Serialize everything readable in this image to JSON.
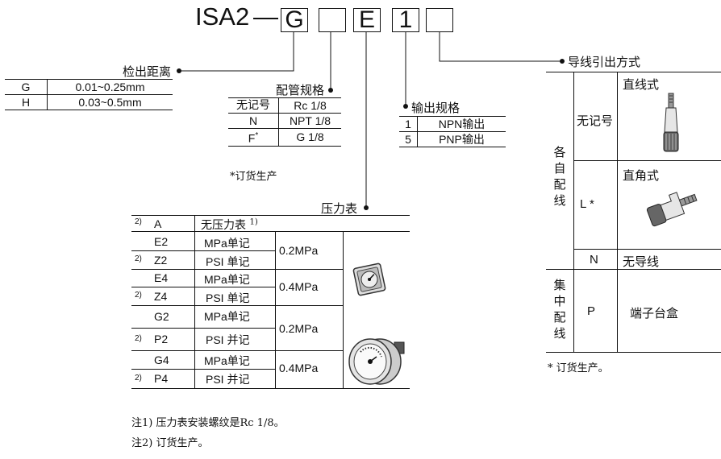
{
  "model": {
    "prefix": "ISA2",
    "dash": "—",
    "codes": [
      "G",
      "",
      "E",
      "1",
      ""
    ]
  },
  "detection_range": {
    "title": "检出距离",
    "rows": [
      {
        "code": "G",
        "value": "0.01~0.25mm"
      },
      {
        "code": "H",
        "value": "0.03~0.5mm"
      }
    ]
  },
  "port_spec": {
    "title": "配管规格",
    "rows": [
      {
        "code": "无记号",
        "value": "Rc 1/8"
      },
      {
        "code": "N",
        "value": "NPT 1/8"
      },
      {
        "code": "F",
        "code_sup": "*",
        "value": "G 1/8"
      }
    ],
    "note": "*订货生产"
  },
  "output_spec": {
    "title": "输出规格",
    "rows": [
      {
        "code": "1",
        "value": "NPN输出"
      },
      {
        "code": "5",
        "value": "PNP输出"
      }
    ]
  },
  "gauge": {
    "title": "压力表",
    "row_a": {
      "note": "2)",
      "code": "A",
      "desc": "无压力表",
      "desc_sup": "1)"
    },
    "groups": [
      {
        "rows": [
          {
            "note": "",
            "code": "E2",
            "unit": "MPa单记"
          },
          {
            "note": "2)",
            "code": "Z2",
            "unit": "PSI 单记"
          }
        ],
        "range": "0.2MPa"
      },
      {
        "rows": [
          {
            "note": "",
            "code": "E4",
            "unit": "MPa单记"
          },
          {
            "note": "2)",
            "code": "Z4",
            "unit": "PSI 单记"
          }
        ],
        "range": "0.4MPa"
      },
      {
        "rows": [
          {
            "note": "",
            "code": "G2",
            "unit": "MPa单记"
          },
          {
            "note": "2)",
            "code": "P2",
            "unit": "PSI 并记"
          }
        ],
        "range": "0.2MPa"
      },
      {
        "rows": [
          {
            "note": "",
            "code": "G4",
            "unit": "MPa单记"
          },
          {
            "note": "2)",
            "code": "P4",
            "unit": "PSI 并记"
          }
        ],
        "range": "0.4MPa"
      }
    ],
    "notes": [
      "注1) 压力表安装螺纹是Rc 1/8。",
      "注2) 订货生产。"
    ]
  },
  "wiring": {
    "title": "导线引出方式",
    "group1": {
      "label": [
        "各",
        "自",
        "配",
        "线"
      ]
    },
    "group2": {
      "label": [
        "集",
        "中",
        "配",
        "线"
      ]
    },
    "rows": [
      {
        "code": "无记号",
        "desc": "直线式"
      },
      {
        "code": "L *",
        "desc": "直角式"
      },
      {
        "code": "N",
        "desc": "无导线"
      },
      {
        "code": "P",
        "desc": "端子台盒"
      }
    ],
    "note": "* 订货生产。"
  }
}
